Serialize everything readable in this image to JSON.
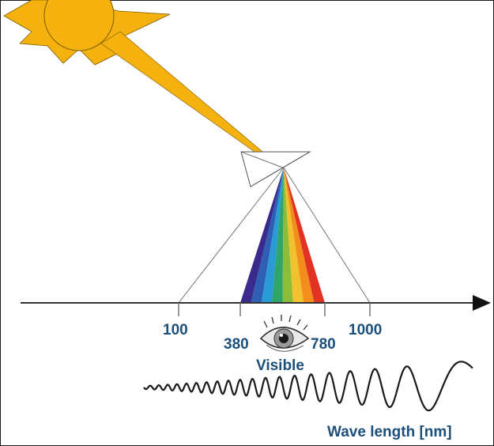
{
  "labels": {
    "tick_100": "100",
    "tick_380": "380",
    "tick_780": "780",
    "tick_1000": "1000",
    "visible": "Visible",
    "wavelength_axis": "Wave length [nm]"
  },
  "icons": {
    "sun": "sun-icon",
    "prism": "prism-icon",
    "eye": "eye-icon",
    "arrow": "arrow-head-icon"
  },
  "colors": {
    "label": "#1c4f7a",
    "sun_fill": "#f5b20f",
    "sun_stroke": "#7a5a00",
    "line": "#333333",
    "spectrum": [
      "#3a2a8c",
      "#2f5fb5",
      "#2b9bd6",
      "#2fa56a",
      "#8bbd3b",
      "#f2c12e",
      "#f28e1c",
      "#e23224"
    ]
  }
}
